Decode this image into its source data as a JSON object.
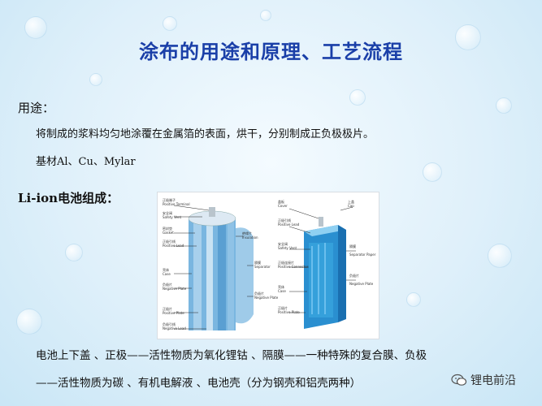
{
  "slide": {
    "title": "涂布的用途和原理、工艺流程",
    "usage_heading": "用途：",
    "usage_text": "将制成的浆料均匀地涂覆在金属箔的表面，烘干，分别制成正负极极片。",
    "substrate_text": "基材Al、Cu、Mylar",
    "liion_heading": "Li-ion电池组成：",
    "composition_line1": "电池上下盖 、正极——活性物质为氧化锂钴 、隔膜——一种特殊的复合膜、负极",
    "composition_line2": "——活性物质为碳 、有机电解液 、电池壳（分为钢壳和铝壳两种）"
  },
  "figure": {
    "cylindrical_labels": [
      "正极端子",
      "Positive Terminal",
      "安全阀",
      "Safety Vent",
      "密封垫",
      "Gasket",
      "正极引线",
      "Positive Lead",
      "绝缘片",
      "Insulation",
      "隔膜",
      "Separator",
      "壳体",
      "Case",
      "负极片",
      "Negative Plate",
      "正极片",
      "Positive Plate",
      "负极引线",
      "Negative Lead"
    ],
    "prismatic_labels": [
      "盖板",
      "Cover",
      "正极引线",
      "Positive Lead",
      "安全阀",
      "Safety Vent",
      "正极连接片",
      "Positive Connector",
      "壳体",
      "Case",
      "正极片",
      "Positive Plate",
      "上盖",
      "Cap",
      "隔膜",
      "Separator Paper",
      "负极片",
      "Negative Plate"
    ]
  },
  "watermark": {
    "text": "锂电前沿",
    "icon": "wechat-icon"
  },
  "colors": {
    "title": "#1a3fa8",
    "cell_blue": "#2a8fd0"
  }
}
